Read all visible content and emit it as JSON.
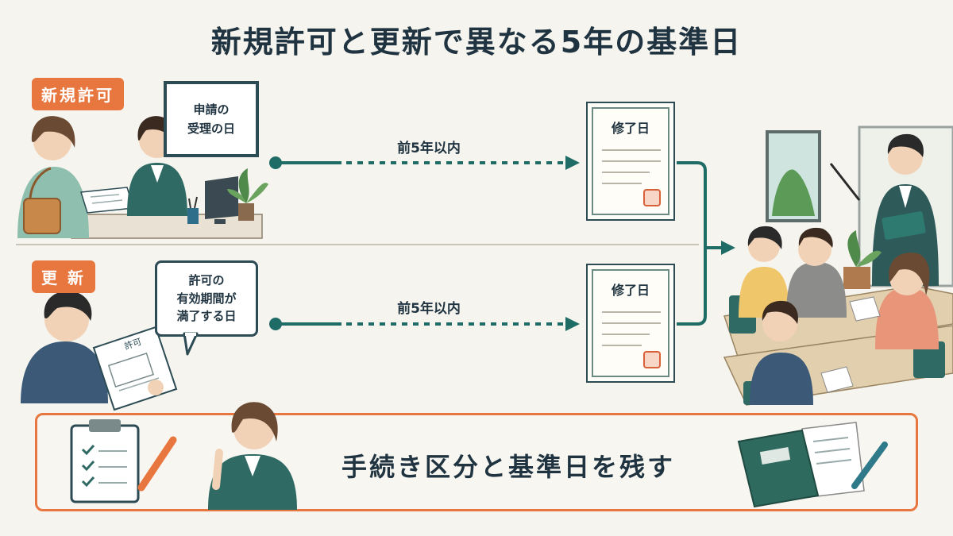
{
  "title": "新規許可と更新で異なる5年の基準日",
  "rows": {
    "new": {
      "tag": "新規許可",
      "board_text": "申請の\n受理の日",
      "arrow_label": "前5年以内",
      "cert_title": "修了日"
    },
    "renew": {
      "tag": "更 新",
      "bubble_text": "許可の\n有効期間が\n満了する日",
      "arrow_label": "前5年以内",
      "cert_title": "修了日",
      "document_label": "許可"
    }
  },
  "bottom": {
    "text": "手続き区分と基準日を残す"
  },
  "colors": {
    "accent_orange": "#e8763f",
    "teal": "#1f6b66",
    "navy": "#1f3340"
  }
}
